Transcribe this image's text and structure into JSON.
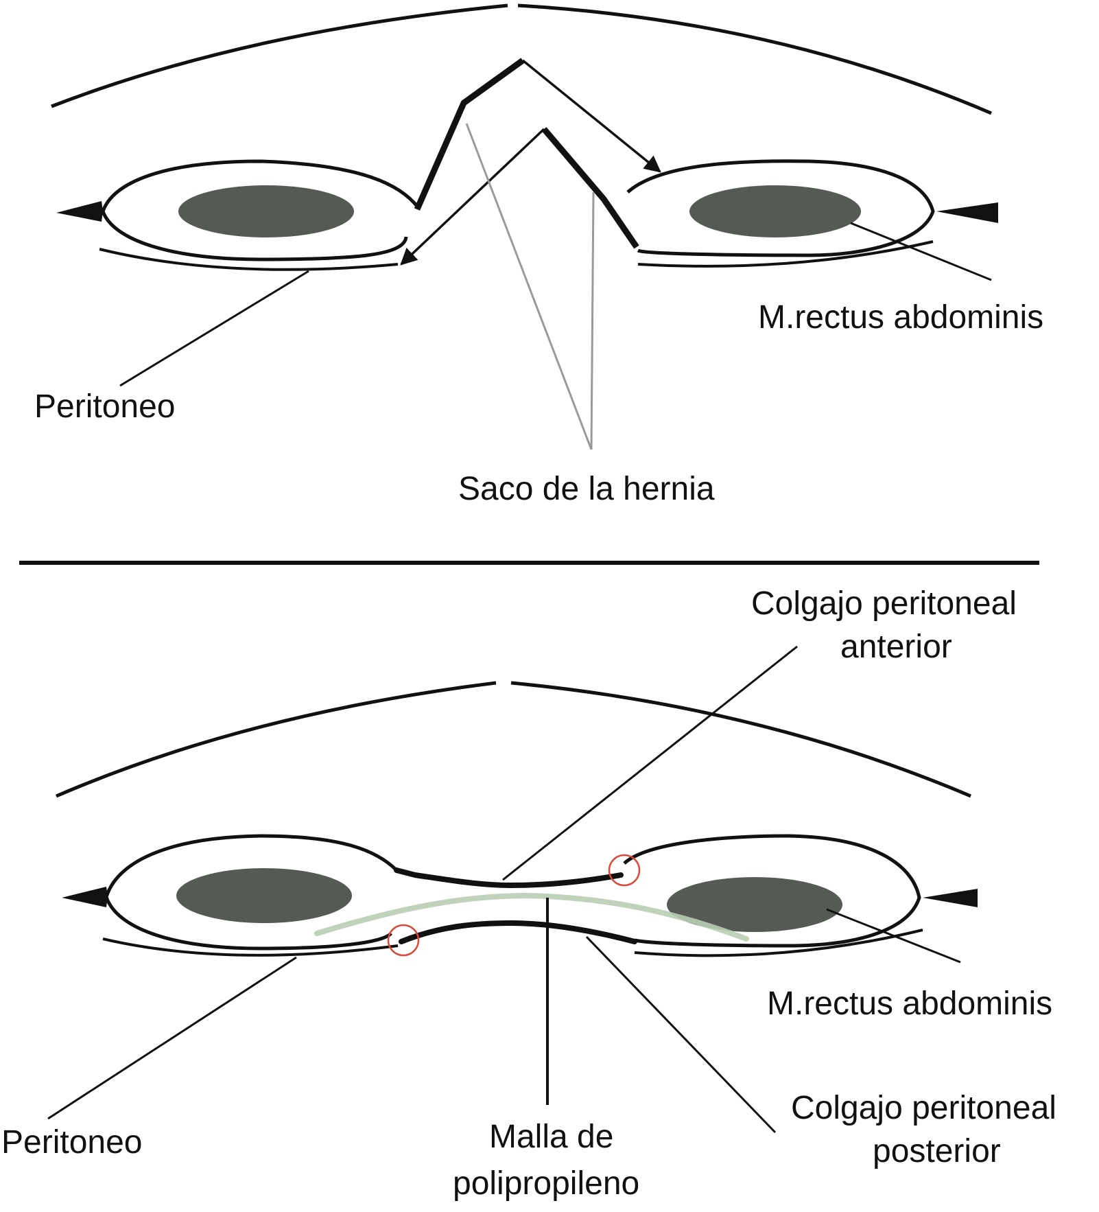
{
  "colors": {
    "line": "#111111",
    "muscle": "#555a55",
    "pointer_gray": "#9a9a9a",
    "mesh": "#b9cdb2",
    "suture_circle": "#d84a3a"
  },
  "icons": {
    "suture": "red-circle-suture-marker",
    "arrow": "filled-arrowhead"
  },
  "top": {
    "label_rectus": "M.rectus abdominis",
    "label_peritoneo": "Peritoneo",
    "label_saco": "Saco de la hernia"
  },
  "bottom": {
    "label_colgajo_anterior_1": "Colgajo peritoneal",
    "label_colgajo_anterior_2": "anterior",
    "label_rectus": "M.rectus abdominis",
    "label_peritoneo": "Peritoneo",
    "label_malla_1": "Malla de",
    "label_malla_2": "polipropileno",
    "label_colgajo_posterior_1": "Colgajo peritoneal",
    "label_colgajo_posterior_2": "posterior"
  }
}
